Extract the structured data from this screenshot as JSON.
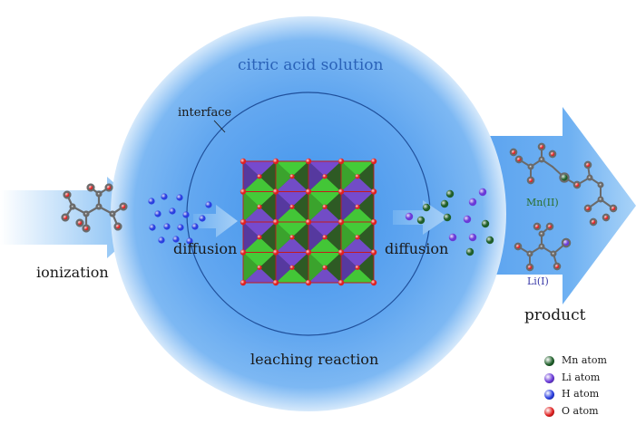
{
  "labels": {
    "title": "citric acid solution",
    "interface": "interface",
    "diffusion_left": "diffusion",
    "diffusion_right": "diffusion",
    "ionization": "ionization",
    "leaching": "leaching reaction",
    "product": "product",
    "mn_product": "Mn(II)",
    "li_product": "Li(I)"
  },
  "legend": [
    {
      "label": "Mn atom",
      "color": "#1f5f2a",
      "icon": "mn-atom-icon"
    },
    {
      "label": "Li atom",
      "color": "#6a3ad8",
      "icon": "li-atom-icon"
    },
    {
      "label": "H atom",
      "color": "#2a3ee0",
      "icon": "h-atom-icon"
    },
    {
      "label": "O atom",
      "color": "#e02020",
      "icon": "o-atom-icon"
    }
  ],
  "colors": {
    "solution": "#5aa2ef",
    "arrow": "#6db2f2",
    "crystal_green": "#46d23a",
    "crystal_purple": "#7a4ad8",
    "interface_ring": "#1f4f9a"
  }
}
